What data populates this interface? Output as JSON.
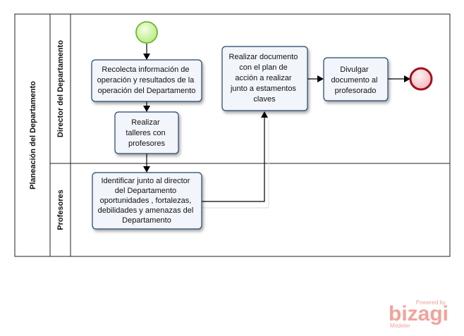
{
  "pool": {
    "label": "Planeación del Departamento"
  },
  "lanes": [
    {
      "label": "Director del Departamento"
    },
    {
      "label": "Profesores"
    }
  ],
  "tasks": {
    "recolecta": [
      "Recolecta información de",
      "operación y resultados de la",
      "operación del Departamento"
    ],
    "talleres": [
      "Realizar",
      "talleres con",
      "profesores"
    ],
    "identificar": [
      "Identificar junto al director",
      "del Departamento",
      "oportunidades , fortalezas,",
      "debilidades y amenazas del",
      "Departamento"
    ],
    "realizar_doc": [
      "Realizar  documento",
      "con el plan de",
      "acción a realizar",
      "junto a estamentos",
      "claves"
    ],
    "divulgar": [
      "Divulgar",
      "documento al",
      "profesorado"
    ]
  },
  "branding": {
    "powered": "Powered by",
    "name": "bizagi",
    "product": "Modeler"
  },
  "colors": {
    "start_fill": "#c8ef9a",
    "start_stroke": "#6ab82c",
    "end_fill": "#f7c8cc",
    "end_stroke": "#a1101c",
    "task_stroke": "#24476b",
    "brand": "#f2a29c"
  }
}
